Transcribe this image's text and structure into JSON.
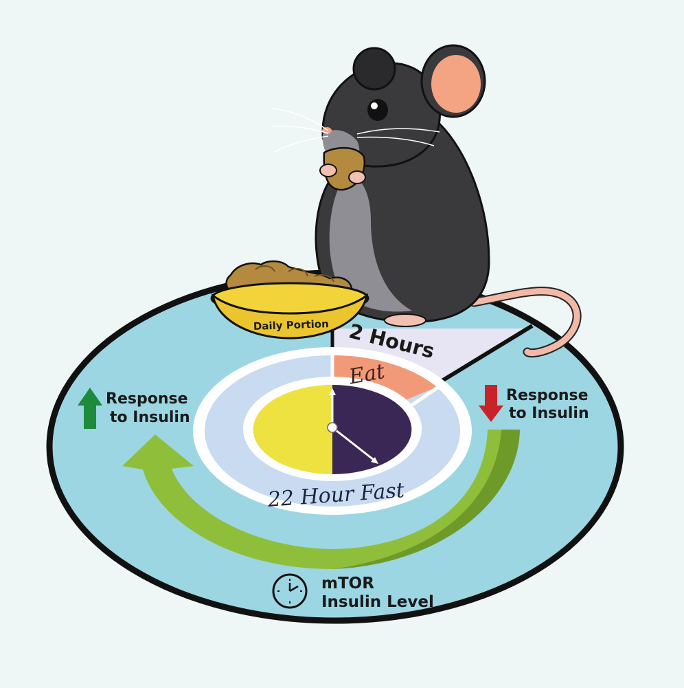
{
  "colors": {
    "background": "#eef7f6",
    "platform": "#9cd6e3",
    "eat_wedge": "#f29a78",
    "fast_ring": "#c8dbf0",
    "day_half": "#ede240",
    "night_half": "#3b2755",
    "up_arrow": "#1d8a3c",
    "down_arrow": "#c9232a",
    "cycle_arrow": "#8fbe3a",
    "mouse_fur": "#3a3a3c",
    "mouse_ear": "#f4a383",
    "food": "#b48a3e",
    "bowl": "#f2d43a"
  },
  "bowl": {
    "label": "Daily Portion"
  },
  "eat_window": {
    "title": "2 Hours",
    "label": "Eat"
  },
  "fast": {
    "label": "22 Hour Fast"
  },
  "left_effect": {
    "line1": "Response",
    "line2": "to Insulin",
    "direction": "up"
  },
  "right_effect": {
    "line1": "Response",
    "line2": "to Insulin",
    "direction": "down"
  },
  "bottom_label": {
    "line1": "mTOR",
    "line2": "Insulin Level",
    "icon": "clock-icon"
  }
}
